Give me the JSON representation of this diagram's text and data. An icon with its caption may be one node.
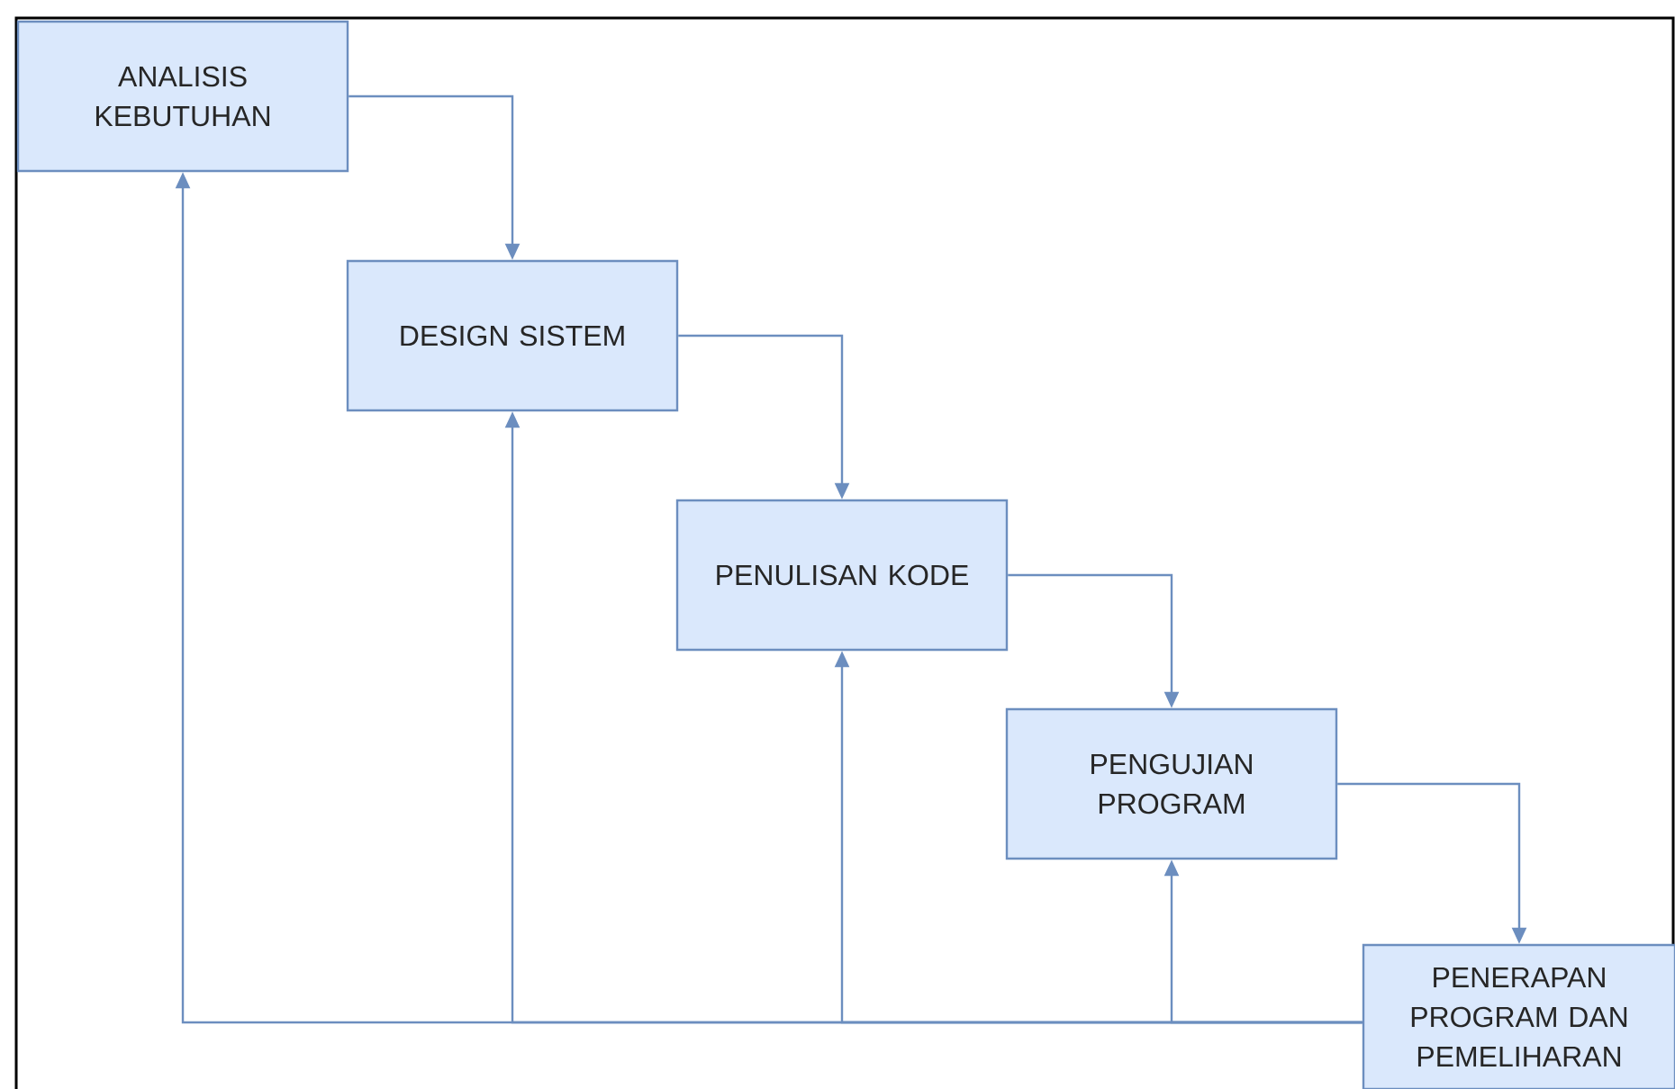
{
  "diagram": {
    "nodes": [
      {
        "text": [
          "ANALISIS KEBUTUHAN"
        ]
      },
      {
        "text": [
          "DESIGN SISTEM"
        ]
      },
      {
        "text": [
          "PENULISAN KODE"
        ]
      },
      {
        "text": [
          "PENGUJIAN PROGRAM"
        ]
      },
      {
        "text": [
          "PENERAPAN PROGRAM DAN PEMELIHARAN"
        ]
      }
    ],
    "edges": [
      {
        "from": 0,
        "to": 1,
        "arrow": "to"
      },
      {
        "from": 1,
        "to": 2,
        "arrow": "to"
      },
      {
        "from": 2,
        "to": 3,
        "arrow": "to"
      },
      {
        "from": 3,
        "to": 4,
        "arrow": "to"
      },
      {
        "from": 4,
        "to": 3,
        "arrow": "to"
      },
      {
        "from": 4,
        "to": 2,
        "arrow": "to"
      },
      {
        "from": 4,
        "to": 1,
        "arrow": "to"
      },
      {
        "from": 4,
        "to": 0,
        "arrow": "to"
      }
    ]
  }
}
